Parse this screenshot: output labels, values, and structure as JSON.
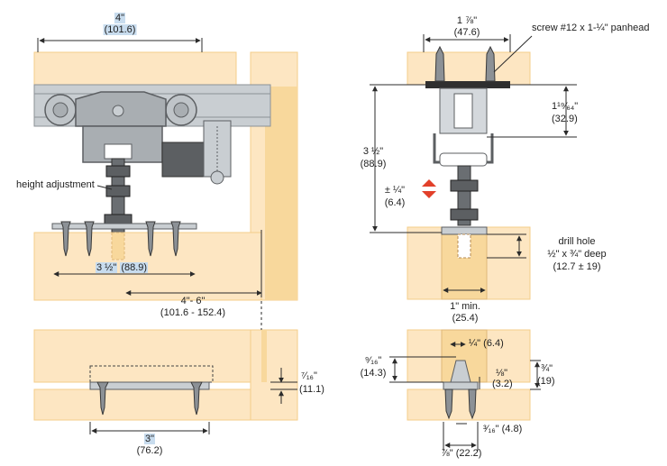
{
  "colors": {
    "wood": "#fde6c2",
    "wood_edge": "#f4cd8a",
    "wood_dark": "#f8d89c",
    "track": "#c9ced2",
    "metal": "#a9aeb2",
    "metal_dark": "#5c5f62",
    "dim_line": "#2b2b2b",
    "highlight": "#c8dcee",
    "arrow": "#e2402a"
  },
  "labels": {
    "top_width_in": "4\"",
    "top_width_mm": "(101.6)",
    "height_adjustment": "height adjustment",
    "plate_width_in": "3 ½\"",
    "plate_width_mm": "(88.9)",
    "offset_in": "4\"- 6\"",
    "offset_mm": "(101.6 - 152.4)",
    "bottom_width_in": "3\"",
    "bottom_width_mm": "(76.2)",
    "gap_in": "⁷⁄₁₆\"",
    "gap_mm": "(11.1)",
    "hanger_width_in": "1 ⅞\"",
    "hanger_width_mm": "(47.6)",
    "screw_spec": "screw #12 x 1-¼\" panhead",
    "bracket_height_in": "1¹⁹⁄₆₄\"",
    "bracket_height_mm": "(32.9)",
    "overall_height_in": "3 ½\"",
    "overall_height_mm": "(88.9)",
    "adjust_range_in": "± ¼\"",
    "adjust_range_mm": "(6.4)",
    "drill_hole_line1": "drill hole",
    "drill_hole_line2": "½\" x ¾\" deep",
    "drill_hole_line3": "(12.7 ± 19)",
    "door_min_in": "1\" min.",
    "door_min_mm": "(25.4)",
    "guide_slot_in": "¼\"",
    "guide_slot_mm": "(6.4)",
    "guide_offset_in": "⁹⁄₁₆\"",
    "guide_offset_mm": "(14.3)",
    "guide_depth_in": "⅛\"",
    "guide_depth_mm": "(3.2)",
    "guide_height_in": "¾\"",
    "guide_height_mm": "(19)",
    "guide_pin_in": "³⁄₁₆\"",
    "guide_pin_mm": "(4.8)",
    "guide_width_in": "⅞\"",
    "guide_width_mm": "(22.2)"
  }
}
